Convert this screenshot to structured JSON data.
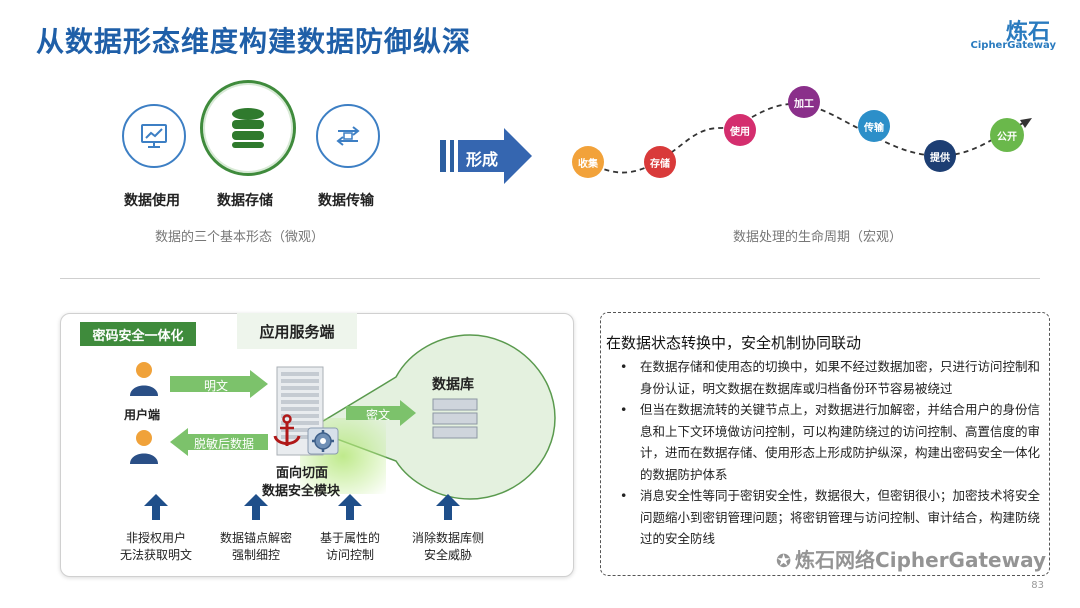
{
  "title": "从数据形态维度构建数据防御纵深",
  "logo": {
    "cn": "炼石",
    "en": "CipherGateway"
  },
  "forms": {
    "items": [
      {
        "label": "数据使用",
        "icon": "monitor-chart-icon"
      },
      {
        "label": "数据存储",
        "icon": "database-icon"
      },
      {
        "label": "数据传输",
        "icon": "transfer-icon"
      }
    ],
    "caption": "数据的三个基本形态（微观）"
  },
  "arrow_label": "形成",
  "lifecycle": {
    "stages": [
      {
        "label": "收集",
        "color": "#f2a23a"
      },
      {
        "label": "存储",
        "color": "#d93a3a"
      },
      {
        "label": "使用",
        "color": "#d42e6e"
      },
      {
        "label": "加工",
        "color": "#8a2f8a"
      },
      {
        "label": "传输",
        "color": "#2c8fc9"
      },
      {
        "label": "提供",
        "color": "#1d3e73"
      },
      {
        "label": "公开",
        "color": "#6ab84b"
      }
    ],
    "caption": "数据处理的生命周期（宏观）"
  },
  "diagram": {
    "tag": "密码安全一体化",
    "server_label": "应用服务端",
    "user_label": "用户端",
    "plaintext_label": "明文",
    "desensitized_label": "脱敏后数据",
    "ciphertext_label": "密文",
    "db_label": "数据库",
    "module_label_1": "面向切面",
    "module_label_2": "数据安全模块",
    "bottom": [
      {
        "line1": "非授权用户",
        "line2": "无法获取明文"
      },
      {
        "line1": "数据锚点解密",
        "line2": "强制细控"
      },
      {
        "line1": "基于属性的",
        "line2": "访问控制"
      },
      {
        "line1": "消除数据库侧",
        "line2": "安全威胁"
      }
    ],
    "colors": {
      "green": "#3f8b3c",
      "light_green": "#7cc26b",
      "blue": "#1f5fa8"
    }
  },
  "right_panel": {
    "title": "在数据状态转换中，安全机制协同联动",
    "bullets": [
      "在数据存储和使用态的切换中，如果不经过数据加密，只进行访问控制和身份认证，明文数据在数据库或归档备份环节容易被绕过",
      "但当在数据流转的关键节点上，对数据进行加解密，并结合用户的身份信息和上下文环境做访问控制，可以构建防绕过的访问控制、高置信度的审计，进而在数据存储、使用形态上形成防护纵深，构建出密码安全一体化的数据防护体系",
      "消息安全性等同于密钥安全性，数据很大，但密钥很小；加密技术将安全问题缩小到密钥管理问题；将密钥管理与访问控制、审计结合，构建防绕过的安全防线"
    ]
  },
  "watermark": "炼石网络CipherGateway",
  "page_number": "83"
}
